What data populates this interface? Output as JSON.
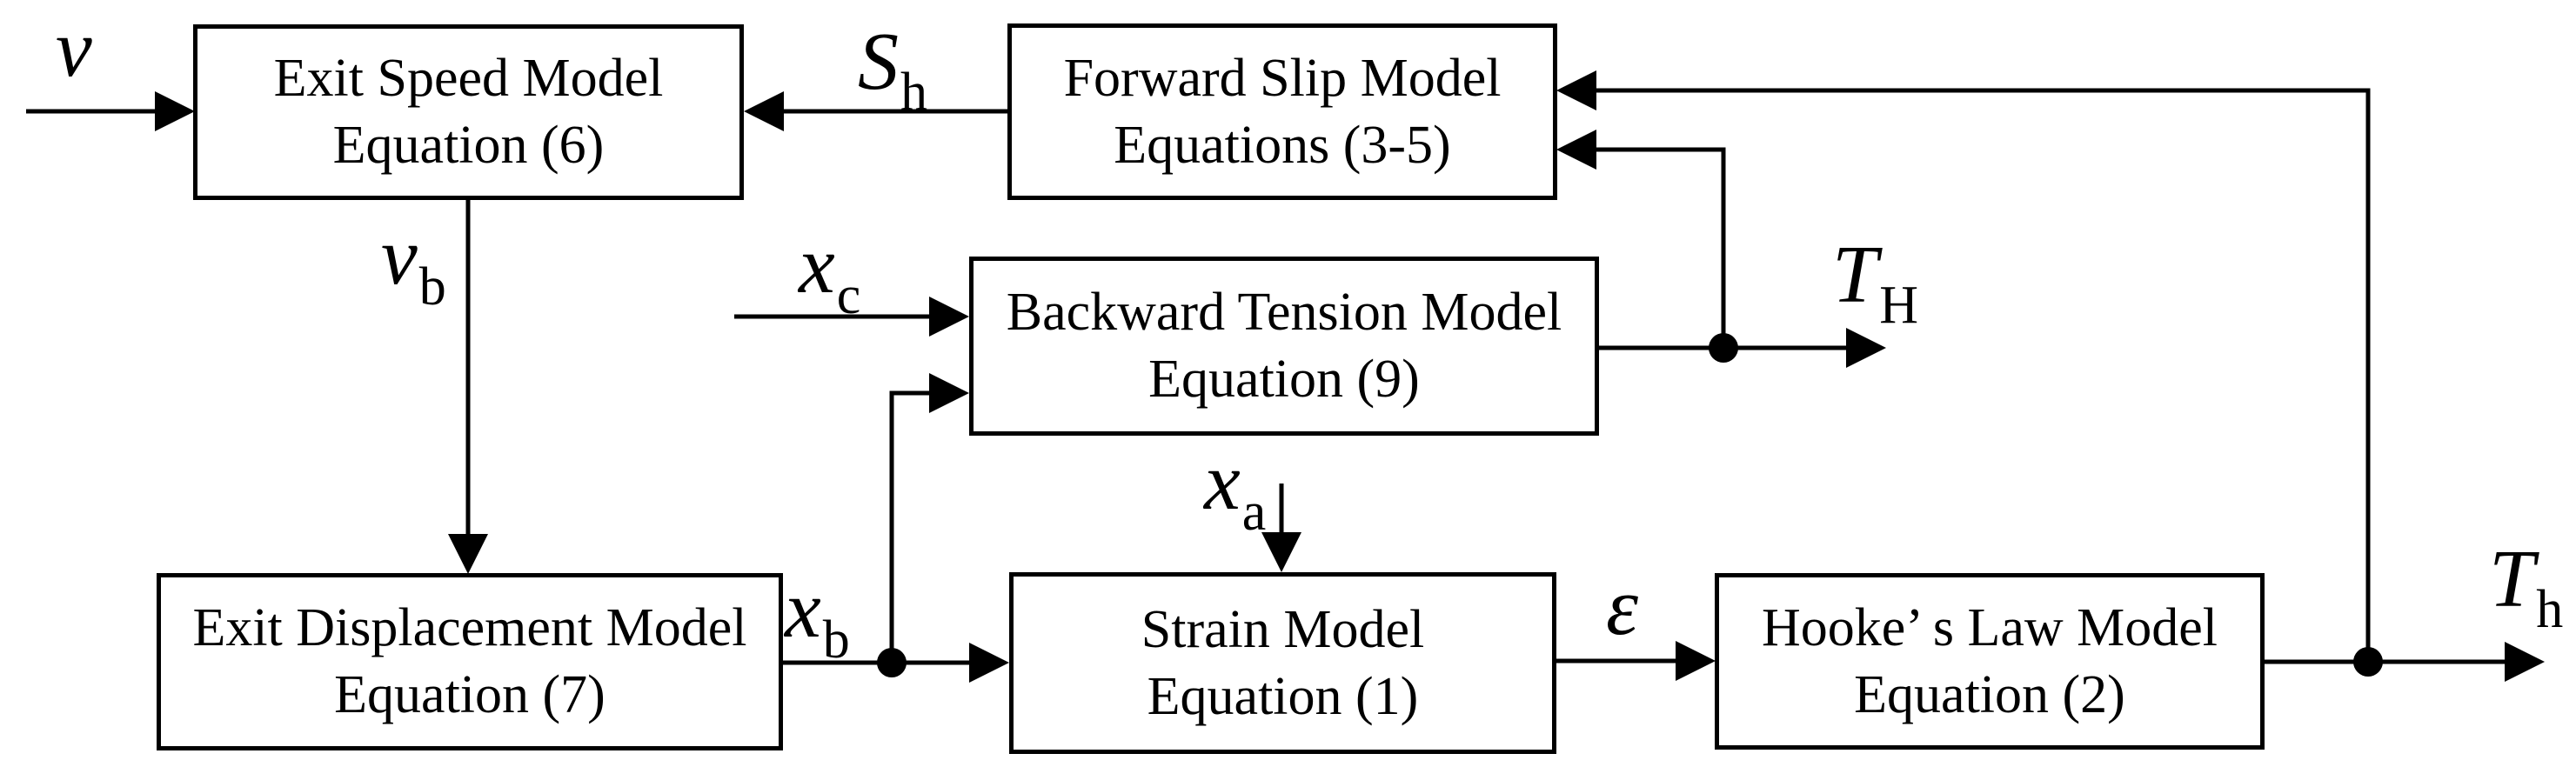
{
  "diagram": {
    "background_color": "#ffffff",
    "line_color": "#000000",
    "blocks": [
      {
        "id": "exit-speed",
        "line1": "Exit Speed Model",
        "line2": "Equation (6)"
      },
      {
        "id": "forward-slip",
        "line1": "Forward Slip Model",
        "line2": "Equations (3-5)"
      },
      {
        "id": "backward-tension",
        "line1": "Backward Tension Model",
        "line2": "Equation (9)"
      },
      {
        "id": "exit-displacement",
        "line1": "Exit Displacement Model",
        "line2": "Equation (7)"
      },
      {
        "id": "strain",
        "line1": "Strain Model",
        "line2": "Equation (1)"
      },
      {
        "id": "hooke",
        "line1": "Hooke’ s Law Model",
        "line2": "Equation (2)"
      }
    ],
    "labels": [
      {
        "id": "v",
        "main": "v",
        "sub": ""
      },
      {
        "id": "sh",
        "main": "S",
        "sub": "h"
      },
      {
        "id": "vb",
        "main": "v",
        "sub": "b"
      },
      {
        "id": "xc",
        "main": "x",
        "sub": "c"
      },
      {
        "id": "xa",
        "main": "x",
        "sub": "a"
      },
      {
        "id": "xb",
        "main": "x",
        "sub": "b"
      },
      {
        "id": "eps",
        "main": "ε",
        "sub": ""
      },
      {
        "id": "TH",
        "main": "T",
        "sub": "H"
      },
      {
        "id": "Th",
        "main": "T",
        "sub": "h"
      }
    ],
    "connections": [
      {
        "from": "input v",
        "to": "exit-speed"
      },
      {
        "from": "forward-slip",
        "to": "exit-speed",
        "signal": "S_h"
      },
      {
        "from": "exit-speed",
        "to": "exit-displacement",
        "signal": "v_b"
      },
      {
        "from": "input x_c",
        "to": "backward-tension"
      },
      {
        "from": "exit-displacement",
        "to": "strain",
        "signal": "x_b"
      },
      {
        "from": "x_b junction",
        "to": "backward-tension"
      },
      {
        "from": "input x_a",
        "to": "strain"
      },
      {
        "from": "strain",
        "to": "hooke",
        "signal": "ε"
      },
      {
        "from": "backward-tension",
        "to": "output T_H",
        "signal": "T_H"
      },
      {
        "from": "T_H junction",
        "to": "forward-slip"
      },
      {
        "from": "hooke",
        "to": "output T_h",
        "signal": "T_h"
      },
      {
        "from": "T_h junction",
        "to": "forward-slip"
      }
    ]
  }
}
